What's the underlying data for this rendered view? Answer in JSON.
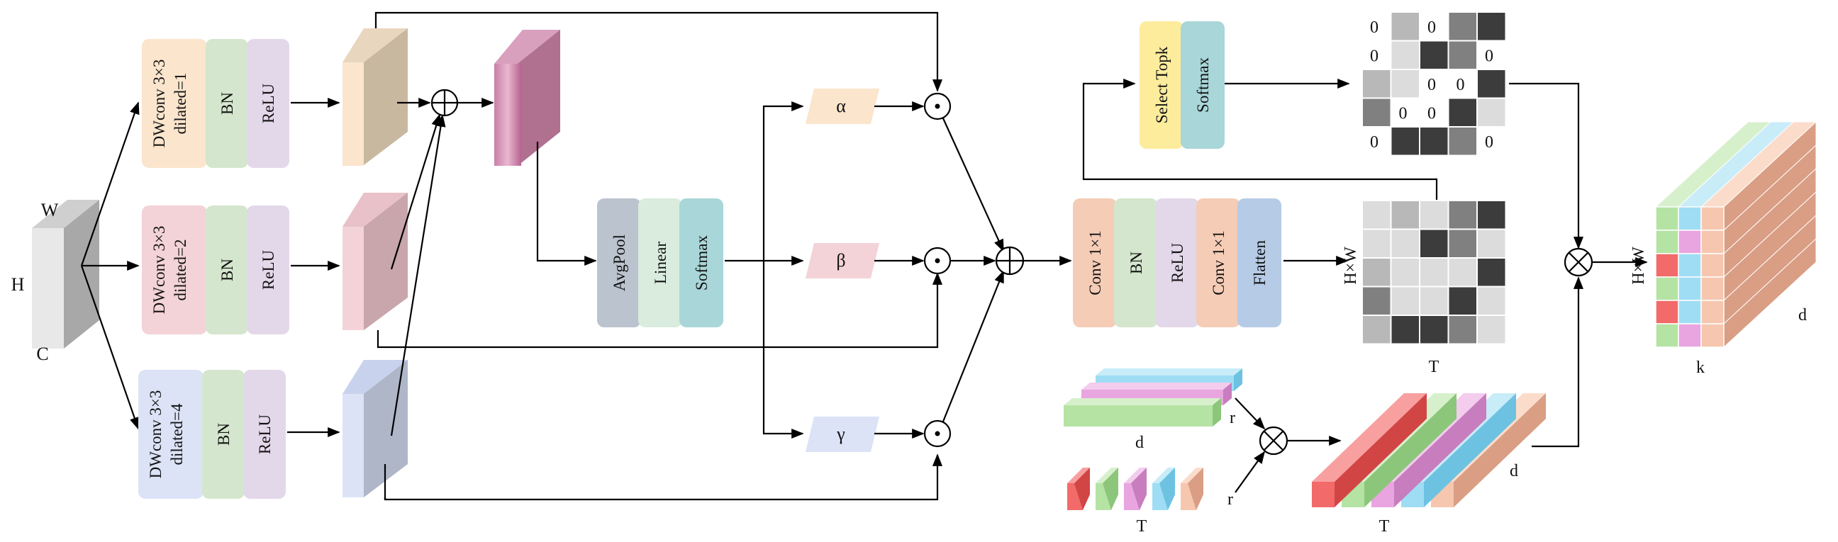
{
  "colors": {
    "dw1": "#FBE5CD",
    "dw2": "#F3D3D8",
    "dw3": "#DCE3F7",
    "bn": "#D4E6CD",
    "relu": "#E3D8EA",
    "avgpool": "#BAC3CE",
    "linear": "#D9ECDD",
    "softmax": "#A9D6D8",
    "conv": "#F5CCB6",
    "flatten": "#B6CBE6",
    "select": "#FDEC9C",
    "alpha": "#FBE5CD",
    "beta": "#F3D3D8",
    "gamma": "#DCE3F7",
    "cube_green": "#B5E3A4",
    "cube_blue": "#9FDDF4",
    "cube_pink": "#E9A5E0",
    "cube_peach": "#F6C7AE",
    "cube_red": "#F26A6A"
  },
  "input": {
    "h": "H",
    "w": "W",
    "c": "C"
  },
  "branches": [
    {
      "dw_line1": "DWconv 3×3",
      "dw_line2": "dilated=1",
      "bn": "BN",
      "relu": "ReLU"
    },
    {
      "dw_line1": "DWconv 3×3",
      "dw_line2": "dilated=2",
      "bn": "BN",
      "relu": "ReLU"
    },
    {
      "dw_line1": "DWconv 3×3",
      "dw_line2": "dilated=4",
      "bn": "BN",
      "relu": "ReLU"
    }
  ],
  "attention": {
    "avgpool": "AvgPool",
    "linear": "Linear",
    "softmax": "Softmax"
  },
  "weights": {
    "alpha": "α",
    "beta": "β",
    "gamma": "γ"
  },
  "head": {
    "conv1": "Conv 1×1",
    "bn": "BN",
    "relu": "ReLU",
    "conv2": "Conv 1×1",
    "flatten": "Flatten"
  },
  "select": {
    "topk": "Select Topk",
    "softmax": "Softmax"
  },
  "matrix": {
    "side_label": "H×W",
    "bottom_label": "T"
  },
  "sparse_matrix": {
    "rows": [
      [
        "0",
        "g2",
        "0",
        "g3",
        "g4"
      ],
      [
        "0",
        "g1",
        "g4",
        "g3",
        "0"
      ],
      [
        "g2",
        "g1",
        "0",
        "0",
        "g4"
      ],
      [
        "g3",
        "0",
        "0",
        "g4",
        "g1"
      ],
      [
        "0",
        "g4",
        "g4",
        "g3",
        "0"
      ]
    ]
  },
  "dense_matrix": {
    "rows": [
      [
        "g1",
        "g2",
        "g1",
        "g3",
        "g4"
      ],
      [
        "g1",
        "g1",
        "g4",
        "g3",
        "g1"
      ],
      [
        "g2",
        "g1",
        "g1",
        "g1",
        "g4"
      ],
      [
        "g3",
        "g1",
        "g1",
        "g4",
        "g1"
      ],
      [
        "g2",
        "g4",
        "g4",
        "g3",
        "g1"
      ]
    ]
  },
  "matrix_shades": {
    "g1": "#DCDCDC",
    "g2": "#B8B8B8",
    "g3": "#808080",
    "g4": "#3C3C3C"
  },
  "embed": {
    "d": "d",
    "r_top": "r",
    "t": "T",
    "r_bottom": "r",
    "out_t": "T",
    "out_d": "d"
  },
  "output": {
    "hw": "H×W",
    "k": "k",
    "d": "d"
  }
}
